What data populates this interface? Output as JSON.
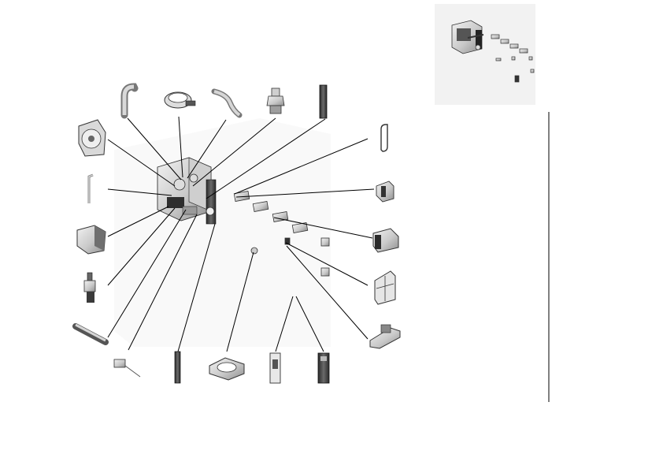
{
  "drawing": {
    "background": "#ffffff",
    "part_fill_light": "#e2e2e2",
    "part_fill_mid": "#bdbdbd",
    "part_fill_dark": "#3c3c3c",
    "leader_color": "#000000",
    "ghost_fill": "#eeeeee",
    "inset_fill": "#f0f0f0",
    "divider_color": "#000000"
  },
  "parts": [
    {
      "name": "elbow-hose",
      "icon": "elbow-hose-icon"
    },
    {
      "name": "hose-clamp",
      "icon": "hose-clamp-icon"
    },
    {
      "name": "curved-hose",
      "icon": "curved-hose-icon"
    },
    {
      "name": "valve-fitting",
      "icon": "valve-fitting-icon"
    },
    {
      "name": "side-panel-strip",
      "icon": "panel-strip-icon"
    },
    {
      "name": "cooling-fan",
      "icon": "fan-icon"
    },
    {
      "name": "hex-key",
      "icon": "hex-key-icon"
    },
    {
      "name": "pump-housing",
      "icon": "pump-housing-icon"
    },
    {
      "name": "sensor-probe",
      "icon": "sensor-probe-icon"
    },
    {
      "name": "rod",
      "icon": "rod-icon"
    },
    {
      "name": "small-connector",
      "icon": "connector-icon"
    },
    {
      "name": "panel-bar",
      "icon": "panel-bar-icon"
    },
    {
      "name": "fan-frame",
      "icon": "fan-frame-icon"
    },
    {
      "name": "bracket-plate",
      "icon": "bracket-plate-icon"
    },
    {
      "name": "cover-plate",
      "icon": "cover-plate-icon"
    },
    {
      "name": "wire-clip",
      "icon": "wire-clip-icon"
    },
    {
      "name": "mount-bracket",
      "icon": "mount-bracket-icon"
    },
    {
      "name": "end-cap",
      "icon": "end-cap-icon"
    },
    {
      "name": "grille",
      "icon": "grille-icon"
    },
    {
      "name": "base-bracket",
      "icon": "base-bracket-icon"
    }
  ]
}
